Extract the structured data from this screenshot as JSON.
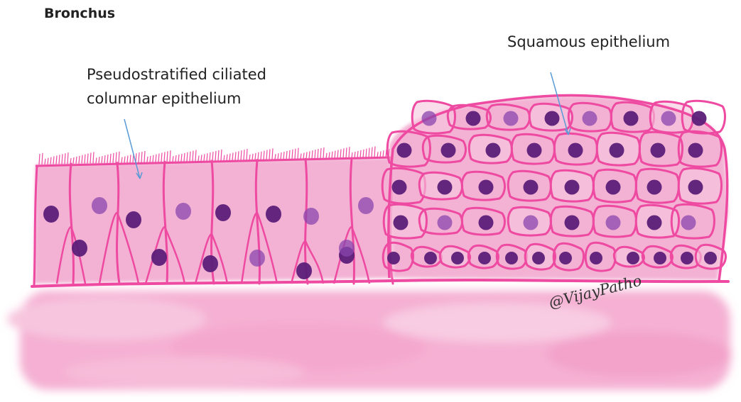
{
  "title": "Bronchus",
  "labels": {
    "left_line1": "Pseudostratified ciliated",
    "left_line2": "columnar epithelium",
    "right": "Squamous epithelium"
  },
  "signature": "@VijayPatho",
  "colors": {
    "tissue": "#f2a6cc",
    "tissue_light": "#f7c7de",
    "outline": "#ee4aa1",
    "nucleus": "#5b1e78",
    "nucleus_light": "#8a45ae",
    "leader_line": "#5a9bd6"
  }
}
